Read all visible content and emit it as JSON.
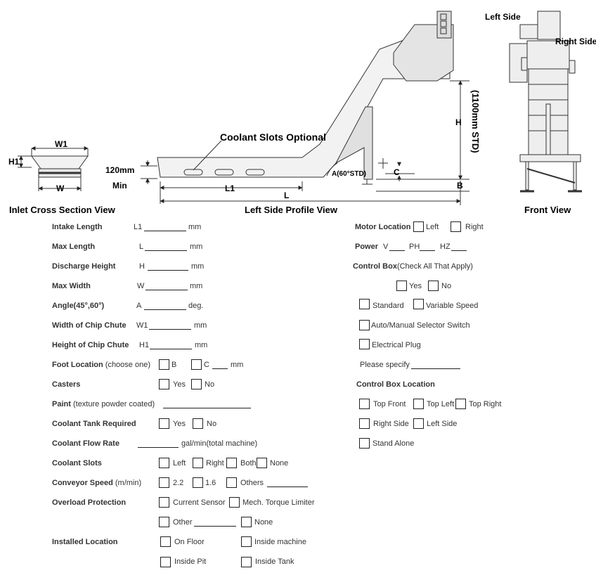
{
  "diagram": {
    "inlet": {
      "w1": "W1",
      "h1": "H1",
      "w": "W",
      "title": "Inlet Cross Section View"
    },
    "profile": {
      "coolant_slots": "Coolant Slots Optional",
      "intake_height": "120mm",
      "min": "Min",
      "l1": "L1",
      "l": "L",
      "angle": "A(60°STD)",
      "h": "H",
      "std": "(1100mm STD)",
      "c": "C",
      "b": "B",
      "title": "Left Side Profile View"
    },
    "front": {
      "left_side": "Left Side",
      "right_side": "Right Side",
      "title": "Front View"
    }
  },
  "form_left": {
    "intake_length": {
      "label": "Intake Length",
      "code": "L1",
      "unit": "mm"
    },
    "max_length": {
      "label": "Max Length",
      "code": "L",
      "unit": "mm"
    },
    "discharge_height": {
      "label": "Discharge Height",
      "code": "H",
      "unit": "mm"
    },
    "max_width": {
      "label": "Max Width",
      "code": "W",
      "unit": "mm"
    },
    "angle": {
      "label": "Angle(45°,60°)",
      "code": "A",
      "unit": "deg."
    },
    "chute_width": {
      "label": "Width of Chip Chute",
      "code": "W1",
      "unit": "mm"
    },
    "chute_height": {
      "label": "Height of Chip Chute",
      "code": "H1",
      "unit": "mm"
    },
    "foot_location": {
      "label": "Foot Location",
      "note": "(choose one)",
      "opt_b": "B",
      "opt_c": "C",
      "unit": "mm"
    },
    "casters": {
      "label": "Casters",
      "yes": "Yes",
      "no": "No"
    },
    "paint": {
      "label": "Paint",
      "note": "(texture powder coated)"
    },
    "coolant_tank": {
      "label": "Coolant Tank Required",
      "yes": "Yes",
      "no": "No"
    },
    "coolant_flow": {
      "label": "Coolant Flow Rate",
      "unit": "gal/min(total machine)"
    },
    "coolant_slots": {
      "label": "Coolant Slots",
      "left": "Left",
      "right": "Right",
      "both": "Both",
      "none": "None"
    },
    "conveyor_speed": {
      "label": "Conveyor Speed",
      "note": "(m/min)",
      "s1": "2.2",
      "s2": "1.6",
      "others": "Others"
    },
    "overload": {
      "label": "Overload Protection",
      "current": "Current Sensor",
      "mech": "Mech. Torque Limiter",
      "other": "Other",
      "none": "None"
    },
    "installed": {
      "label": "Installed Location",
      "floor": "On Floor",
      "inside_machine": "Inside machine",
      "pit": "Inside Pit",
      "tank": "Inside Tank"
    }
  },
  "form_right": {
    "motor_location": {
      "label": "Motor Location",
      "left": "Left",
      "right": "Right"
    },
    "power": {
      "label": "Power",
      "v": "V",
      "ph": "PH",
      "hz": "HZ"
    },
    "control_box": {
      "label": "Control Box",
      "note": "(Check All That Apply)",
      "yes": "Yes",
      "no": "No",
      "standard": "Standard",
      "variable": "Variable Speed",
      "selector": "Auto/Manual Selector Switch",
      "plug": "Electrical Plug",
      "specify": "Please specify"
    },
    "control_box_location": {
      "label": "Control Box Location",
      "top_front": "Top Front",
      "top_left": "Top Left",
      "top_right": "Top Right",
      "right_side": "Right Side",
      "left_side": "Left Side",
      "stand_alone": "Stand Alone"
    }
  }
}
